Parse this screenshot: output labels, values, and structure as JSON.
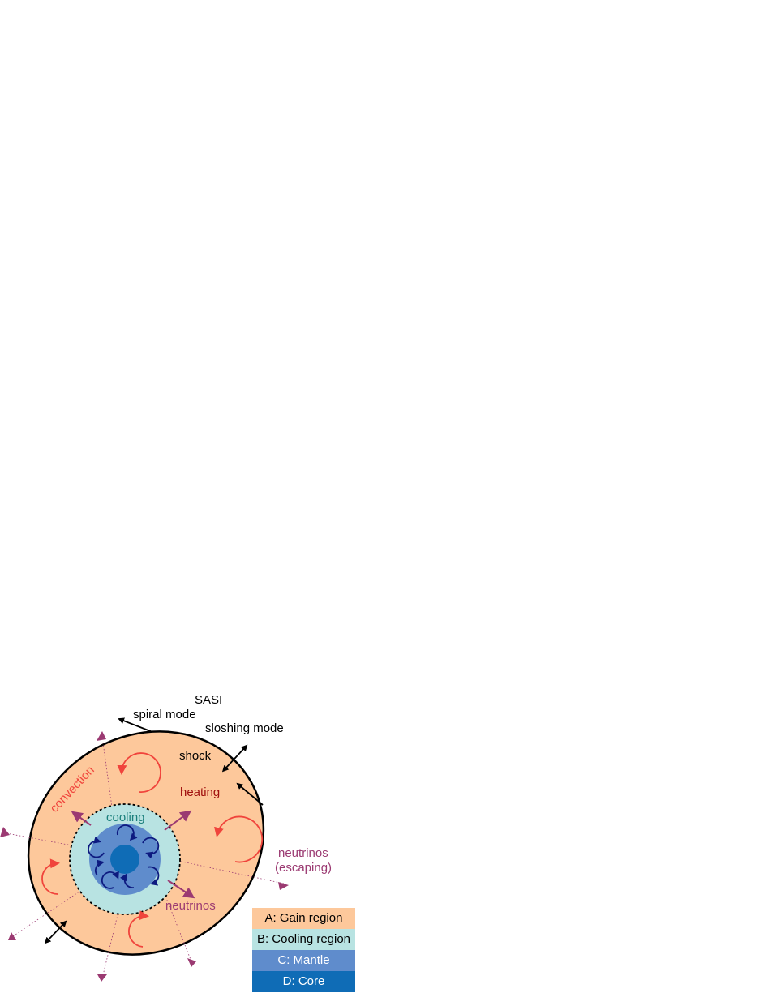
{
  "labels": {
    "sasi": "SASI",
    "spiral_mode": "spiral mode",
    "sloshing_mode": "sloshing mode",
    "shock": "shock",
    "heating": "heating",
    "convection": "convection",
    "cooling": "cooling",
    "neutrinos": "neutrinos",
    "neutrinos_escaping_line1": "neutrinos",
    "neutrinos_escaping_line2": "(escaping)"
  },
  "legend": [
    {
      "label": "A: Gain region",
      "color": "#fdc89b",
      "text_color": "#000000"
    },
    {
      "label": "B: Cooling region",
      "color": "#b8e3e2",
      "text_color": "#000000"
    },
    {
      "label": "C: Mantle",
      "color": "#5f8ccc",
      "text_color": "#ffffff"
    },
    {
      "label": "D: Core",
      "color": "#0f6cb6",
      "text_color": "#ffffff"
    }
  ],
  "colors": {
    "gain_region": "#fdc89b",
    "cooling_region": "#b8e3e2",
    "mantle": "#5f8ccc",
    "core": "#0f6cb6",
    "convection_arrows": "#f0443c",
    "heating_text": "#a0100e",
    "cooling_text": "#1b7f7c",
    "neutrino": "#9b3a72",
    "mantle_arrows": "#0d1a80",
    "outline": "#000000"
  }
}
